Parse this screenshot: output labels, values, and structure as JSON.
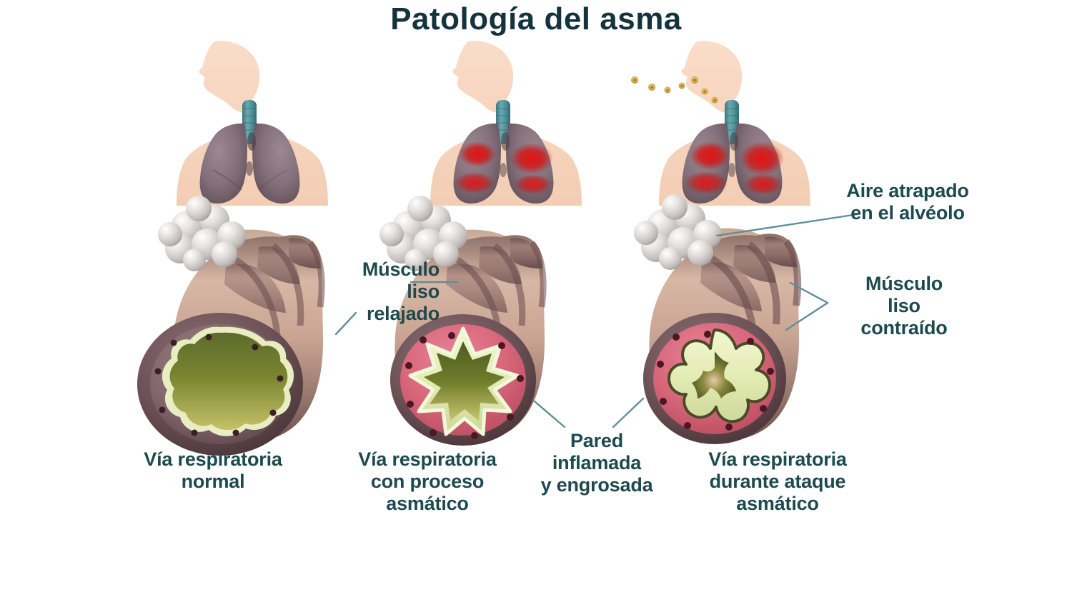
{
  "title": "Patología del asma",
  "colors": {
    "text": "#1d4a4e",
    "title": "#14333c",
    "leader_line": "#4a7d86",
    "skin": "#f7d6c0",
    "trachea": "#4e9199",
    "lung_normal": "#8d7a82",
    "lung_inflamed": "#d41b1b",
    "alveoli": "#d9d6d4",
    "airway_muscle": "#7d5f63",
    "airway_wall_inflamed": "#d9687c",
    "lumen_normal": "#7d8a3c",
    "epithelium": "#e8eebd",
    "allergen": "#d8a838",
    "background": "#ffffff"
  },
  "panels": [
    {
      "id": "normal",
      "torso_label": "torso-normal",
      "airway_label": "airway-normal",
      "caption": "Vía respiratoria\nnormal"
    },
    {
      "id": "asthmatic",
      "torso_label": "torso-asthmatic",
      "airway_label": "airway-asthmatic",
      "caption": "Vía respiratoria\ncon proceso\nasmático"
    },
    {
      "id": "attack",
      "torso_label": "torso-attack",
      "airway_label": "airway-attack",
      "caption": "Vía respiratoria\ndurante ataque\nasmático"
    }
  ],
  "annotations": {
    "air_trapped": "Aire atrapado\nen el alvéolo",
    "muscle_relaxed": "Músculo\nliso\nrelajado",
    "muscle_contracted": "Músculo\nliso\ncontraído",
    "wall_inflamed": "Pared\ninflamada\ny engrosada"
  },
  "icons": {
    "allergen": "allergen-particle-icon",
    "alveoli": "alveoli-cluster-icon",
    "trachea": "trachea-icon",
    "lungs": "lungs-icon",
    "bronchiole": "bronchiole-cross-section-icon"
  }
}
